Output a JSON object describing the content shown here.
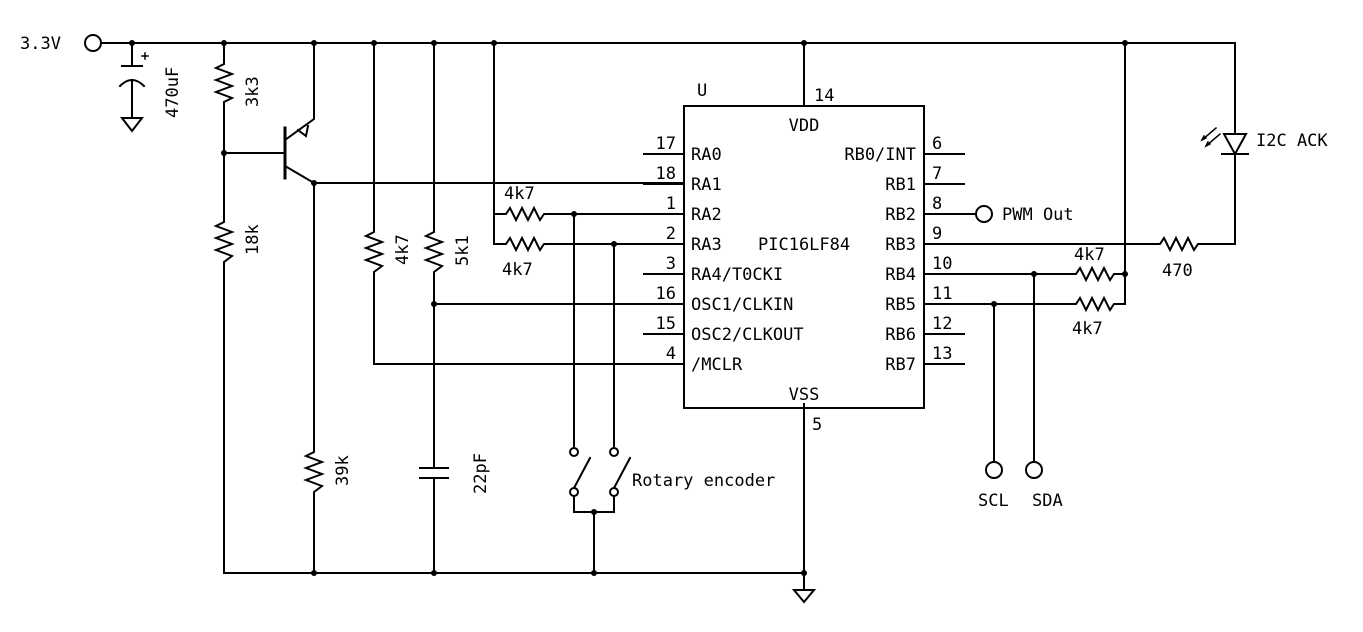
{
  "supply": {
    "label": "3.3V"
  },
  "ic": {
    "ref": "U",
    "part": "PIC16LF84",
    "power": {
      "vdd_name": "VDD",
      "vdd_pin": "14",
      "vss_name": "VSS",
      "vss_pin": "5"
    },
    "left_pins": [
      {
        "num": "17",
        "name": "RA0"
      },
      {
        "num": "18",
        "name": "RA1"
      },
      {
        "num": "1",
        "name": "RA2"
      },
      {
        "num": "2",
        "name": "RA3"
      },
      {
        "num": "3",
        "name": "RA4/T0CKI"
      },
      {
        "num": "16",
        "name": "OSC1/CLKIN"
      },
      {
        "num": "15",
        "name": "OSC2/CLKOUT"
      },
      {
        "num": "4",
        "name": "/MCLR"
      }
    ],
    "right_pins": [
      {
        "num": "6",
        "name": "RB0/INT"
      },
      {
        "num": "7",
        "name": "RB1"
      },
      {
        "num": "8",
        "name": "RB2"
      },
      {
        "num": "9",
        "name": "RB3"
      },
      {
        "num": "10",
        "name": "RB4"
      },
      {
        "num": "11",
        "name": "RB5"
      },
      {
        "num": "12",
        "name": "RB6"
      },
      {
        "num": "13",
        "name": "RB7"
      }
    ]
  },
  "components": {
    "c_bulk": "470uF",
    "r_3k3": "3k3",
    "r_18k": "18k",
    "r_39k": "39k",
    "r_mclr": "4k7",
    "r_osc": "5k1",
    "c_osc": "22pF",
    "r_ra2": "4k7",
    "r_ra3": "4k7",
    "r_led": "470",
    "r_scl": "4k7",
    "r_sda": "4k7"
  },
  "labels": {
    "pwm": "PWM Out",
    "led": "I2C ACK",
    "encoder": "Rotary encoder",
    "scl": "SCL",
    "sda": "SDA"
  }
}
